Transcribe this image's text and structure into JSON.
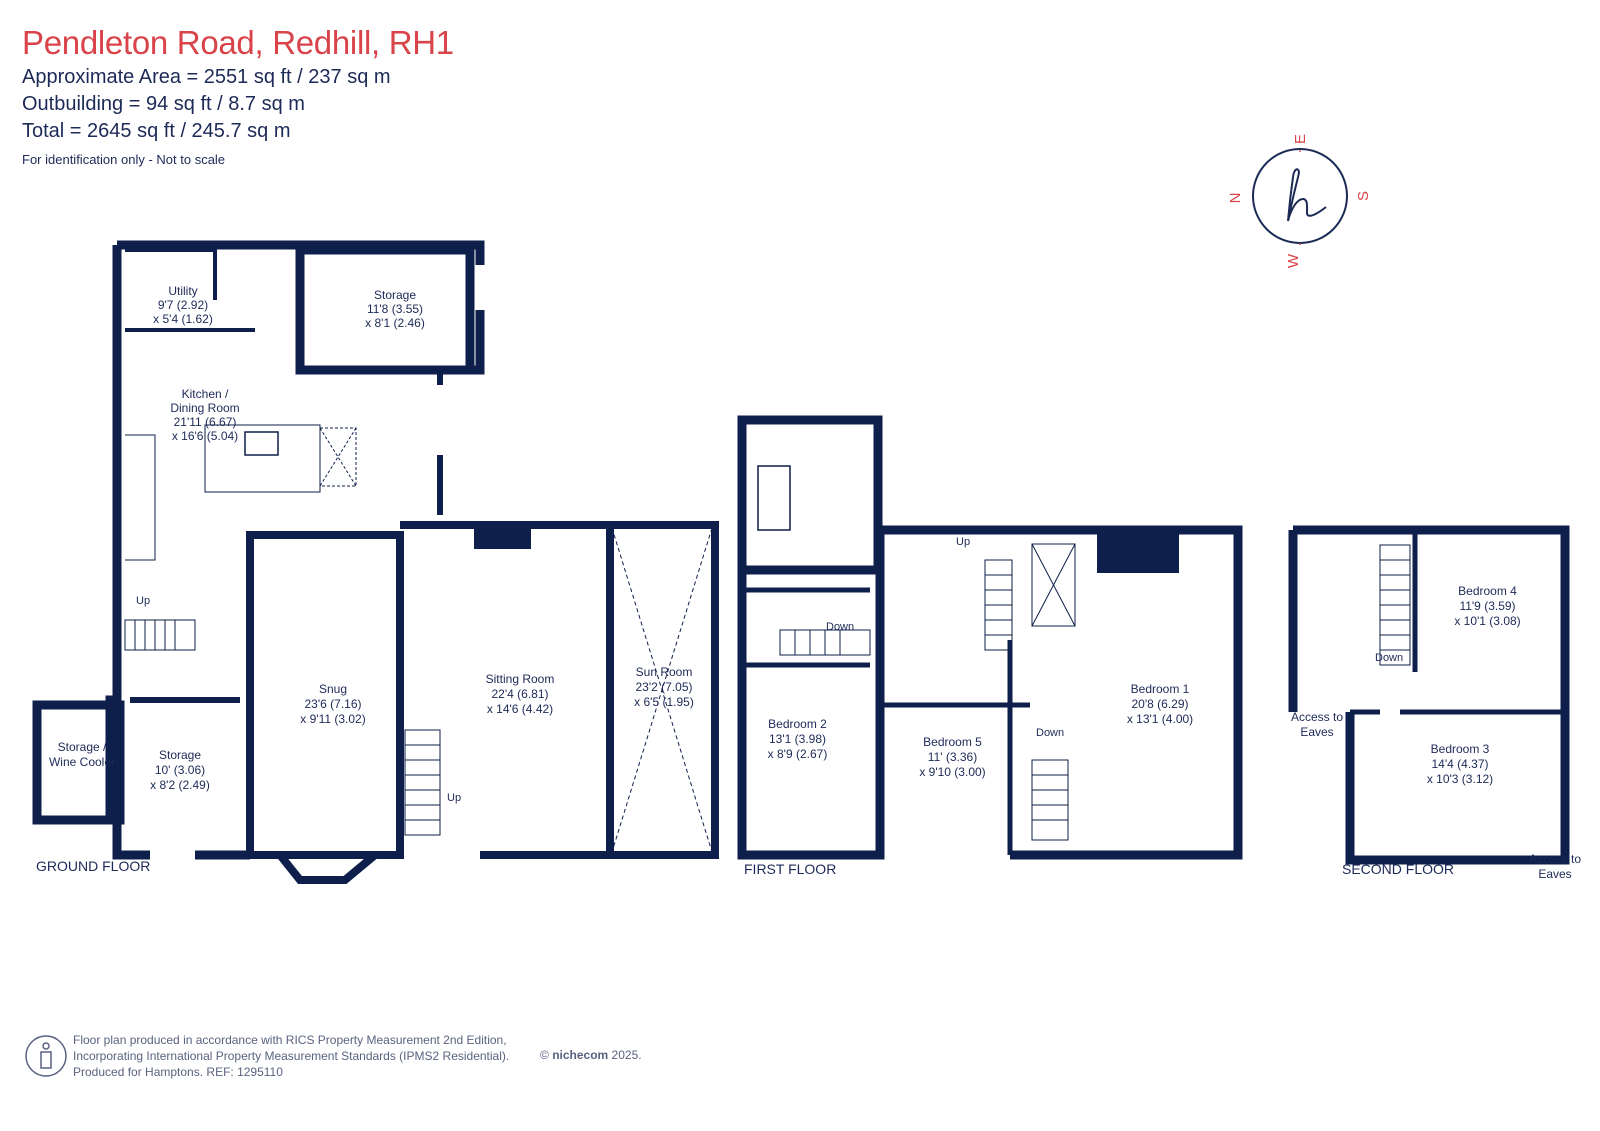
{
  "header": {
    "title": "Pendleton Road, Redhill, RH1",
    "approximate_area": "Approximate Area = 2551 sq ft / 237 sq m",
    "outbuilding": "Outbuilding = 94 sq ft / 8.7 sq m",
    "total": "Total = 2645 sq ft / 245.7 sq m",
    "note": "For identification only - Not to scale"
  },
  "compass": {
    "points": [
      "N",
      "E",
      "S",
      "W"
    ],
    "logo_letter": "h"
  },
  "floors": {
    "ground": {
      "label": "GROUND FLOOR",
      "rooms": [
        {
          "id": "utility",
          "lines": [
            "Utility",
            "9'7 (2.92)",
            "x 5'4 (1.62)"
          ]
        },
        {
          "id": "storage_outbuilding",
          "lines": [
            "Storage",
            "11'8 (3.55)",
            "x 8'1 (2.46)"
          ]
        },
        {
          "id": "kitchen",
          "lines": [
            "Kitchen /",
            "Dining Room",
            "21'11 (6.67)",
            "x 16'6 (5.04)"
          ]
        },
        {
          "id": "snug",
          "lines": [
            "Snug",
            "23'6 (7.16)",
            "x 9'11 (3.02)"
          ]
        },
        {
          "id": "sitting",
          "lines": [
            "Sitting Room",
            "22'4 (6.81)",
            "x 14'6 (4.42)"
          ]
        },
        {
          "id": "sun",
          "lines": [
            "Sun Room",
            "23'2 (7.05)",
            "x 6'5 (1.95)"
          ]
        },
        {
          "id": "storage_wine",
          "lines": [
            "Storage /",
            "Wine Cooler"
          ]
        },
        {
          "id": "storage_ground",
          "lines": [
            "Storage",
            "10' (3.06)",
            "x 8'2 (2.49)"
          ]
        }
      ],
      "stairs": [
        "Up",
        "Up"
      ]
    },
    "first": {
      "label": "FIRST FLOOR",
      "rooms": [
        {
          "id": "bedroom2",
          "lines": [
            "Bedroom 2",
            "13'1 (3.98)",
            "x 8'9 (2.67)"
          ]
        },
        {
          "id": "bedroom5",
          "lines": [
            "Bedroom 5",
            "11' (3.36)",
            "x 9'10 (3.00)"
          ]
        },
        {
          "id": "bedroom1",
          "lines": [
            "Bedroom 1",
            "20'8 (6.29)",
            "x 13'1 (4.00)"
          ]
        }
      ],
      "stairs": [
        "Up",
        "Down",
        "Down"
      ]
    },
    "second": {
      "label": "SECOND FLOOR",
      "rooms": [
        {
          "id": "bedroom4",
          "lines": [
            "Bedroom 4",
            "11'9 (3.59)",
            "x 10'1 (3.08)"
          ]
        },
        {
          "id": "bedroom3",
          "lines": [
            "Bedroom 3",
            "14'4 (4.37)",
            "x 10'3 (3.12)"
          ]
        }
      ],
      "stairs": [
        "Down"
      ],
      "eaves": [
        "Access to",
        "Eaves"
      ]
    }
  },
  "footer": {
    "line1": "Floor plan produced in accordance with RICS Property Measurement 2nd Edition,",
    "line2": "Incorporating International Property Measurement Standards (IPMS2 Residential).",
    "line3": "Produced for Hamptons.   REF:  1295110",
    "copyright_symbol": "©",
    "brand": "nichecom",
    "year": "2025."
  },
  "colors": {
    "wall": "#0d1f4a",
    "title_red": "#d9434a",
    "text": "#1d2a57"
  }
}
